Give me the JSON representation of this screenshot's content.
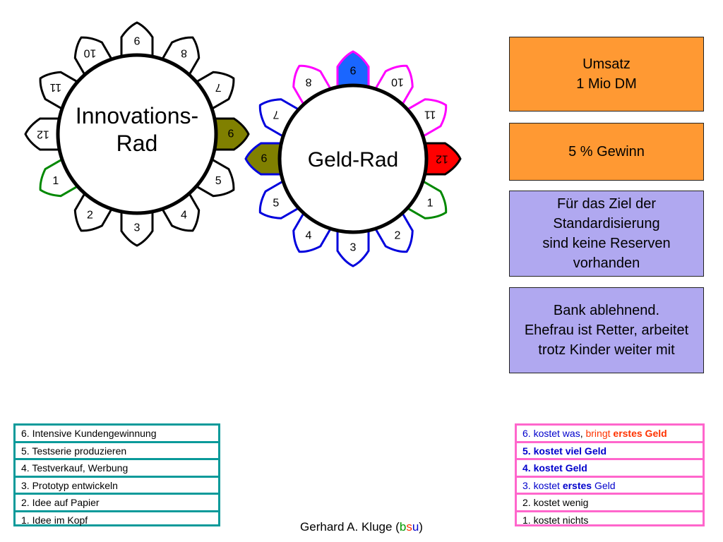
{
  "innovation_wheel": {
    "label_lines": [
      "Innovations-",
      "Rad"
    ],
    "petals": [
      {
        "label": "1",
        "style": "green"
      },
      {
        "label": "2",
        "style": "black"
      },
      {
        "label": "3",
        "style": "black"
      },
      {
        "label": "4",
        "style": "black"
      },
      {
        "label": "5",
        "style": "black"
      },
      {
        "label": "6",
        "style": "olive"
      },
      {
        "label": "7",
        "style": "black"
      },
      {
        "label": "8",
        "style": "black"
      },
      {
        "label": "9",
        "style": "black"
      },
      {
        "label": "10",
        "style": "black"
      },
      {
        "label": "11",
        "style": "black"
      },
      {
        "label": "12",
        "style": "black"
      }
    ]
  },
  "money_wheel": {
    "label": "Geld-Rad",
    "petals": [
      {
        "label": "1",
        "style": "green"
      },
      {
        "label": "2",
        "style": "blue"
      },
      {
        "label": "3",
        "style": "blue"
      },
      {
        "label": "4",
        "style": "blue"
      },
      {
        "label": "5",
        "style": "blue"
      },
      {
        "label": "6",
        "style": "olive"
      },
      {
        "label": "7",
        "style": "blue"
      },
      {
        "label": "8",
        "style": "magenta"
      },
      {
        "label": "9",
        "style": "bluefill"
      },
      {
        "label": "10",
        "style": "magenta"
      },
      {
        "label": "11",
        "style": "magenta"
      },
      {
        "label": "12",
        "style": "red"
      }
    ]
  },
  "colors": {
    "black": "#000000",
    "green": "#008800",
    "blue": "#0000dd",
    "magenta": "#ff00ff",
    "olive": "#808000",
    "red": "#ff0000",
    "bluefill": "#1a66ff",
    "orange_box": "#ff9933",
    "purple_box": "#b0a8f0"
  },
  "info_boxes": {
    "revenue": {
      "line1": "Umsatz",
      "line2": "1 Mio DM"
    },
    "profit": {
      "text": "5 % Gewinn"
    },
    "standardization": {
      "lines": [
        "Für das Ziel der",
        "Standardisierung",
        "sind keine Reserven",
        "vorhanden"
      ]
    },
    "bank": {
      "lines": [
        "Bank ablehnend.",
        "Ehefrau ist Retter, arbeitet",
        "trotz Kinder weiter mit"
      ]
    }
  },
  "left_legend": [
    "6. Intensive Kundengewinnung",
    "5. Testserie produzieren",
    "4. Testverkauf, Werbung",
    "3. Prototyp entwickeln",
    "2. Idee auf Papier",
    "1. Idee im Kopf"
  ],
  "right_legend": {
    "row6": {
      "a": "6. kostet was",
      "b": ", ",
      "c": "bringt ",
      "d": "erstes Geld"
    },
    "row5": "5. kostet viel Geld",
    "row4": "4. kostet Geld",
    "row3": {
      "a": "3. kostet ",
      "b": "erstes",
      "c": " Geld"
    },
    "row2": "2. kostet wenig",
    "row1": "1. kostet nichts"
  },
  "footer": {
    "a": "Gerhard A. Kluge (",
    "b": "b",
    "c": "s",
    "d": "u",
    "e": ")"
  }
}
